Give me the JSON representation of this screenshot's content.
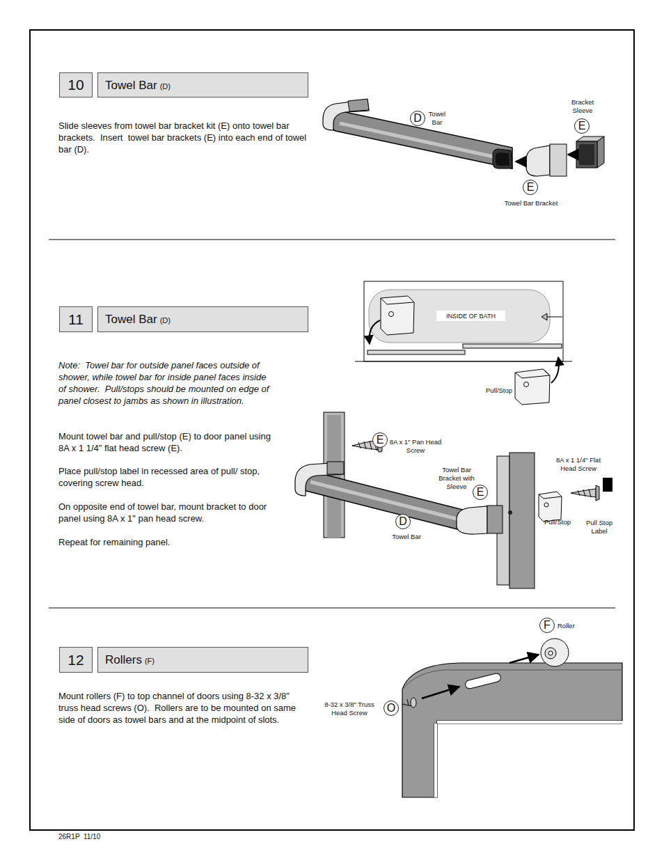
{
  "diagram": {
    "nodes": [
      {
        "text": [
          "10"
        ]
      },
      {
        "text": [
          "Towel Bar",
          "(D)"
        ]
      },
      {
        "text": [
          "D"
        ]
      },
      {
        "text": [
          "E"
        ]
      },
      {
        "text": [
          "E"
        ]
      },
      {
        "text": [
          "11"
        ]
      },
      {
        "text": [
          "Towel Bar",
          "(D)"
        ]
      },
      {
        "text": [
          "INSIDE OF BATH"
        ]
      },
      {
        "text": [
          "E"
        ]
      },
      {
        "text": [
          "E"
        ]
      },
      {
        "text": [
          "D"
        ]
      },
      {
        "text": [
          "12"
        ]
      },
      {
        "text": [
          "Rollers",
          "(F)"
        ]
      },
      {
        "text": [
          "F"
        ]
      },
      {
        "text": [
          "O"
        ]
      }
    ],
    "labels": [
      "Slide sleeves from towel bar bracket kit (E) onto towel bar brackets.  Insert  towel bar brackets (E) into each end of towel bar (D).",
      "Towel Bar",
      "Bracket Sleeve",
      "Towel Bar Bracket",
      "Note:  Towel bar for outside panel faces outside of shower, while towel bar for inside panel faces inside of shower.  Pull/stops should be mounted on edge of panel closest to jambs as shown in illustration.",
      "Mount towel bar and pull/stop (E) to door panel using 8A x 1 1/4\" flat head screw (E).",
      "Place pull/stop label in recessed area of pull/ stop, covering screw head.",
      "On opposite end of towel bar, mount bracket to door panel using 8A x 1\" pan head screw.",
      "Repeat for remaining panel.",
      "Pull/Stop",
      "8A x 1\" Pan Head Screw",
      "Towel Bar Bracket with Sleeve",
      "Towel Bar",
      "8A x 1 1/4\" Flat Head Screw",
      "Pull/Stop",
      "Pull Stop Label",
      "Mount rollers (F) to top channel of doors using 8-32 x 3/8\" truss head screws (O).  Rollers are to be mounted on same side of doors as towel bars and at the midpoint of slots.",
      "Roller",
      "8-32 x 3/8\" Truss Head Screw",
      "26R1P  11/10"
    ]
  }
}
